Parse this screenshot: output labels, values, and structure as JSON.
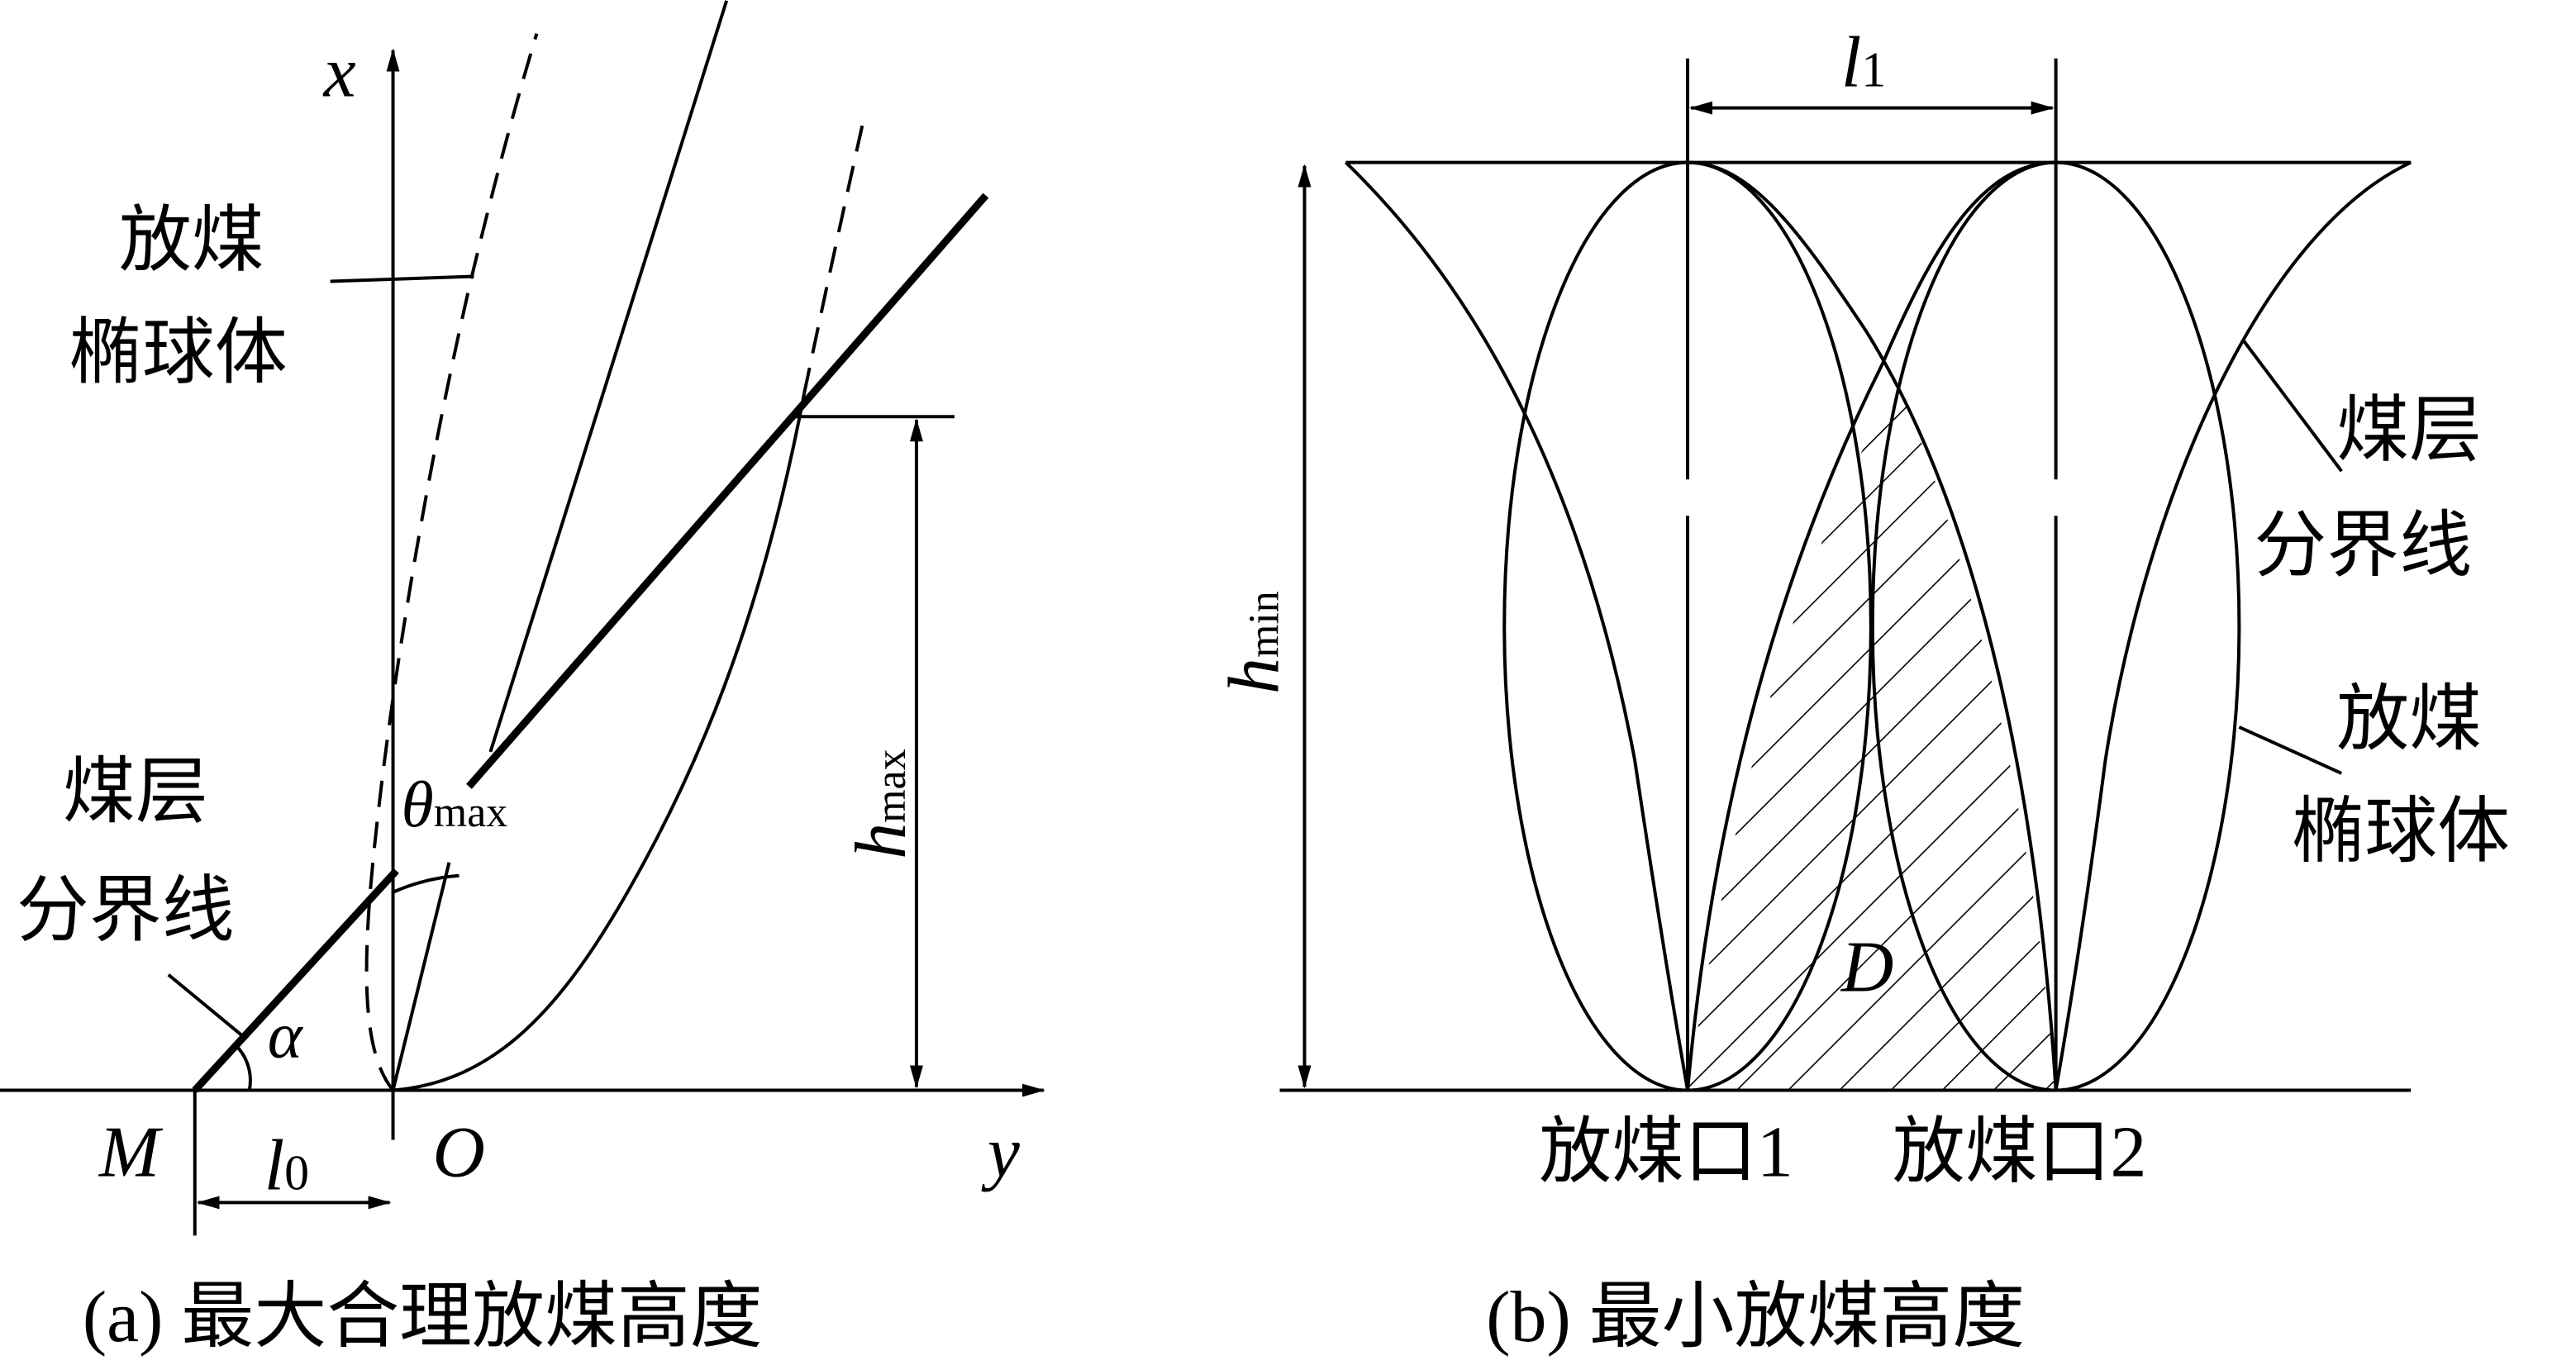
{
  "panel_a": {
    "axis_x": "x",
    "axis_y": "y",
    "origin": "O",
    "point_m": "M",
    "l0": "l",
    "l0_sub": "0",
    "theta": "θ",
    "theta_sub": "max",
    "alpha": "α",
    "h": "h",
    "h_sub": "max",
    "label_ellipsoid_1": "放煤",
    "label_ellipsoid_2": "椭球体",
    "label_seam_1": "煤层",
    "label_seam_2": "分界线",
    "caption": "(a)  最大合理放煤高度"
  },
  "panel_b": {
    "l1": "l",
    "l1_sub": "1",
    "h": "h",
    "h_sub": "min",
    "region": "D",
    "label_seam_1": "煤层",
    "label_seam_2": "分界线",
    "label_ellipsoid_1": "放煤",
    "label_ellipsoid_2": "椭球体",
    "outlet_1": "放煤口1",
    "outlet_2": "放煤口2",
    "caption": "(b)  最小放煤高度"
  }
}
